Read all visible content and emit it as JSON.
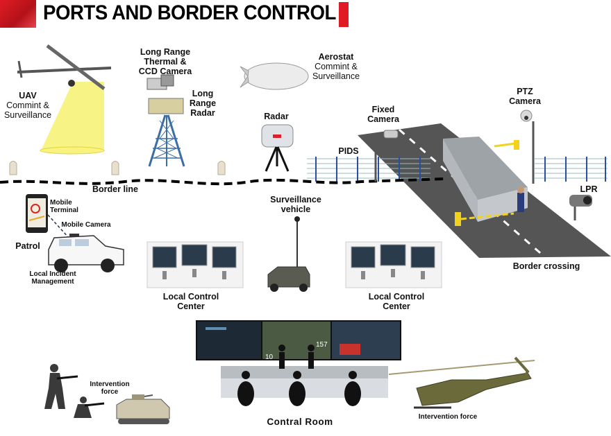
{
  "title": "PORTS AND BORDER CONTROL",
  "colors": {
    "accent_red": "#e01b24",
    "road": "#555555",
    "fence_post": "#2a4fa0",
    "barrier": "#f2d21c"
  },
  "labels": {
    "uav_title": "UAV",
    "uav_sub": "Commint & Surveillance",
    "thermal": "Long Range Thermal & CCD Camera",
    "long_radar": "Long Range Radar",
    "aerostat_title": "Aerostat",
    "aerostat_sub": "Commint & Surveillance",
    "radar": "Radar",
    "fixed_camera": "Fixed Camera",
    "ptz_camera": "PTZ Camera",
    "pids": "PIDS",
    "lpr": "LPR",
    "border_line": "Border line",
    "border_crossing": "Border crossing",
    "mobile_terminal": "Mobile Terminal",
    "mobile_camera": "Mobile Camera",
    "patrol": "Patrol",
    "local_incident": "Local Incident Management",
    "surveillance_vehicle": "Surveillance vehicle",
    "local_control_1": "Local Control Center",
    "local_control_2": "Local Control Center",
    "intervention_force_left": "Intervention force",
    "intervention_force_right": "Intervention force",
    "control_room": "Contral Room"
  },
  "icons": [
    "uav-drone-icon",
    "camera-tower-icon",
    "aerostat-icon",
    "radar-dome-icon",
    "fixed-camera-icon",
    "ptz-camera-icon",
    "lpr-camera-icon",
    "fence-icon",
    "border-gate-icon",
    "mobile-terminal-icon",
    "patrol-vehicle-icon",
    "monitor-workstation-icon",
    "surveillance-vehicle-icon",
    "video-wall-icon",
    "soldier-icon",
    "armored-vehicle-icon",
    "helicopter-icon",
    "operator-icon"
  ]
}
